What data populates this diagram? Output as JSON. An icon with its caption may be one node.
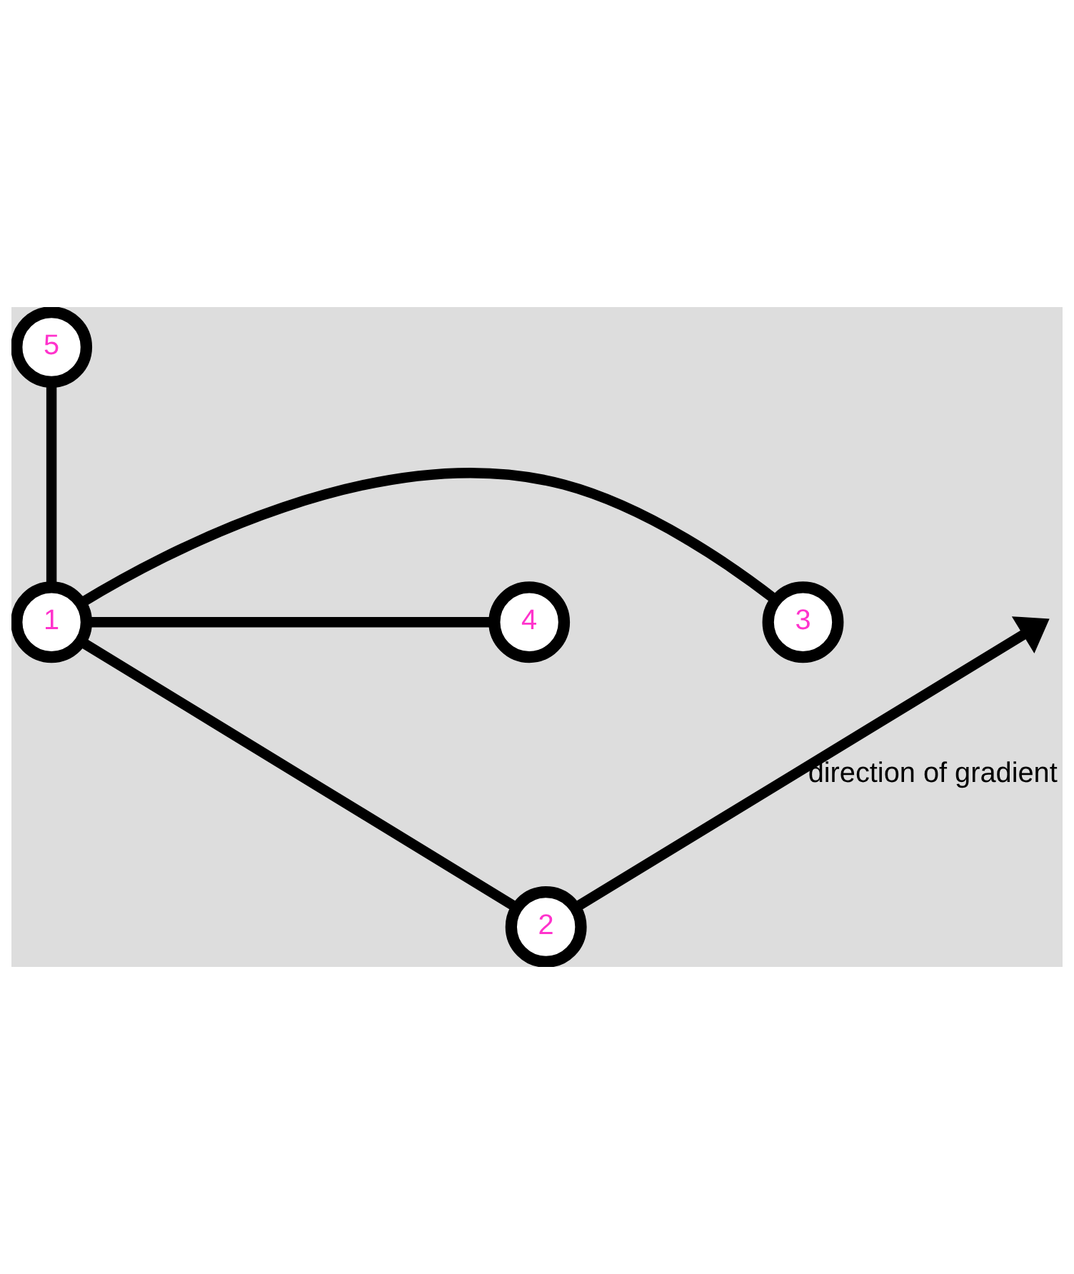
{
  "diagram": {
    "nodes": [
      {
        "text": [
          "5"
        ]
      },
      {
        "text": [
          "3"
        ]
      },
      {
        "text": [
          "1"
        ]
      },
      {
        "text": [
          "4"
        ]
      },
      {
        "text": [
          "2"
        ]
      }
    ],
    "edges": [
      {
        "from": 2,
        "to": 0,
        "arrow": "none"
      },
      {
        "from": 2,
        "to": 1,
        "arrow": "none"
      },
      {
        "from": 2,
        "to": 3,
        "arrow": "none"
      },
      {
        "from": 2,
        "to": 4,
        "arrow": "none"
      },
      {
        "from": 4,
        "to": null,
        "arrow": "to",
        "label": "direction of gradient"
      }
    ]
  }
}
